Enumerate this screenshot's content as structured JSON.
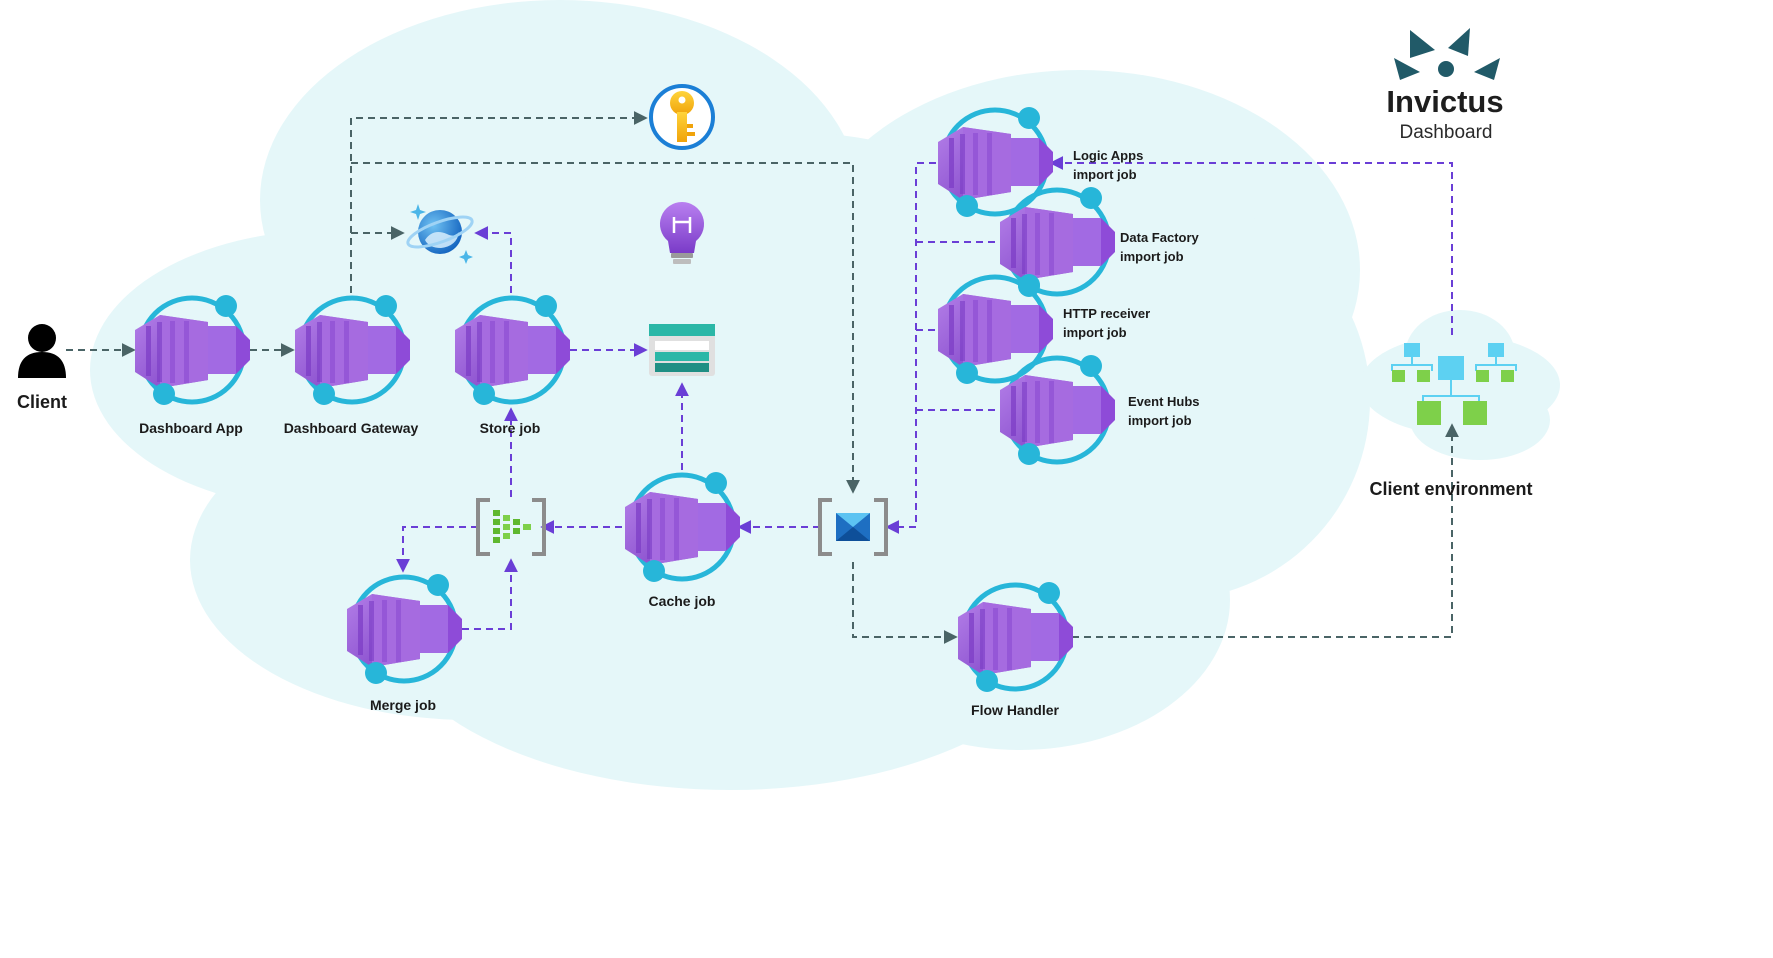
{
  "brand": {
    "name": "Invictus",
    "subtitle": "Dashboard"
  },
  "nodes": {
    "client": "Client",
    "dashboard_app": "Dashboard App",
    "dashboard_gateway": "Dashboard Gateway",
    "store_job": "Store job",
    "cache_job": "Cache job",
    "merge_job": "Merge job",
    "flow_handler": "Flow Handler",
    "logic_apps": [
      "Logic Apps",
      "import job"
    ],
    "data_factory": [
      "Data Factory",
      "import job"
    ],
    "http_receiver": [
      "HTTP receiver",
      "import job"
    ],
    "event_hubs": [
      "Event Hubs",
      "import job"
    ],
    "client_environment": "Client environment"
  },
  "colors": {
    "cloud": "#e5f7f9",
    "container_purple": "#9b59d9",
    "ring_cyan": "#27b6d9",
    "arrow_gray": "#4a6466",
    "arrow_purple": "#6a3ed6"
  },
  "icons": {
    "key_vault": "key-vault-icon",
    "cosmos_db": "cosmos-db-icon",
    "app_insights": "lightbulb-icon",
    "storage": "storage-table-icon",
    "event_grid": "event-grid-icon",
    "service_bus": "service-bus-icon",
    "client_env": "hierarchy-cloud-icon",
    "user": "user-icon"
  }
}
